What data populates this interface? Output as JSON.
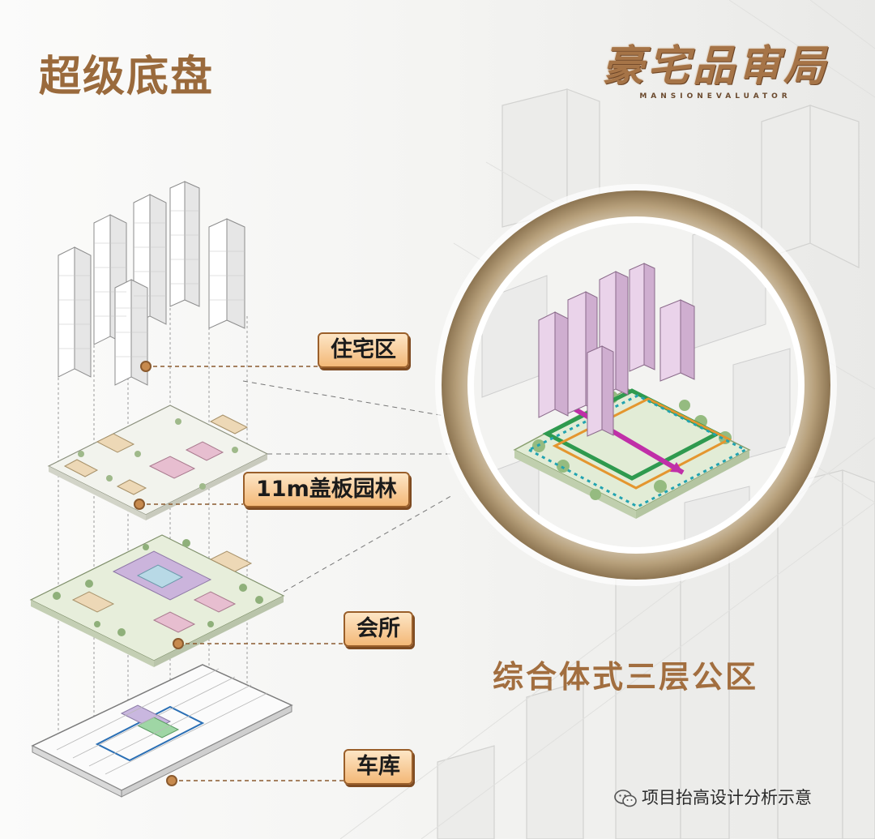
{
  "title": "超级底盘",
  "brand": {
    "cn": "豪宅品审局",
    "en": "MANSIONEVALUATOR"
  },
  "layers": [
    {
      "label": "住宅区"
    },
    {
      "label": "11m盖板园林"
    },
    {
      "label": "会所"
    },
    {
      "label": "车库"
    }
  ],
  "subtitle": "综合体式三层公区",
  "footer": {
    "text": "项目抬高设计分析示意"
  },
  "colors": {
    "accent": "#a26e3f",
    "label_fill": "#f3b877",
    "circle_ring": "#c8b69a",
    "tower_pink": "#e6c8e4"
  }
}
